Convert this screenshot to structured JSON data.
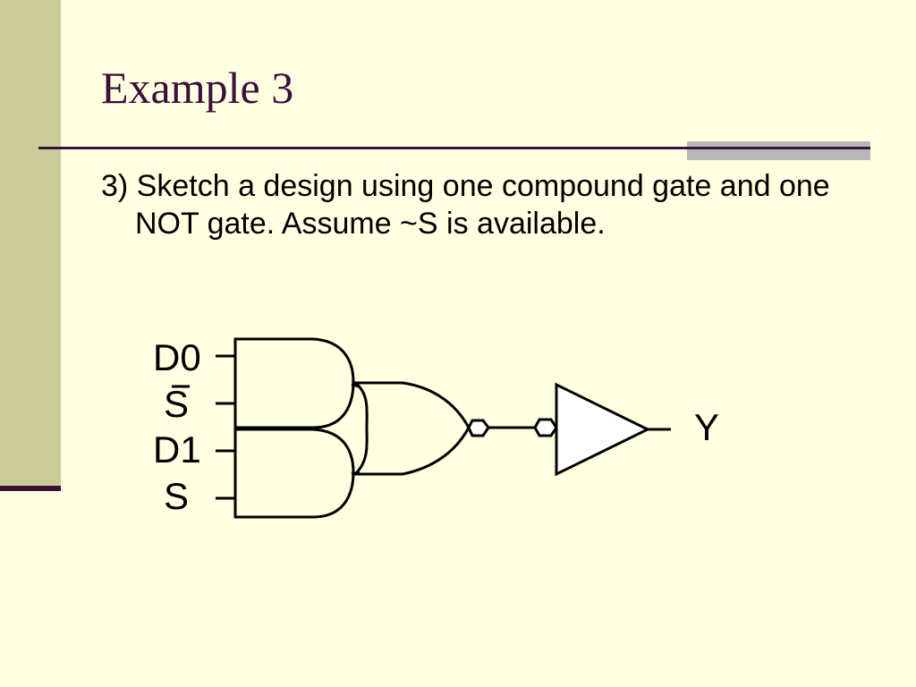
{
  "slide": {
    "title": "Example 3",
    "body": "3) Sketch a design using one compound gate and one NOT gate. Assume ~S is available."
  },
  "circuit": {
    "inputs": [
      "D0",
      "S",
      "D1",
      "S"
    ],
    "output": "Y"
  },
  "colors": {
    "background": "#FFFFE1",
    "sidebar": "#CCCC9A",
    "accent": "#3A0F3A",
    "divider_highlight": "#B7B7B7",
    "text": "#000000"
  }
}
